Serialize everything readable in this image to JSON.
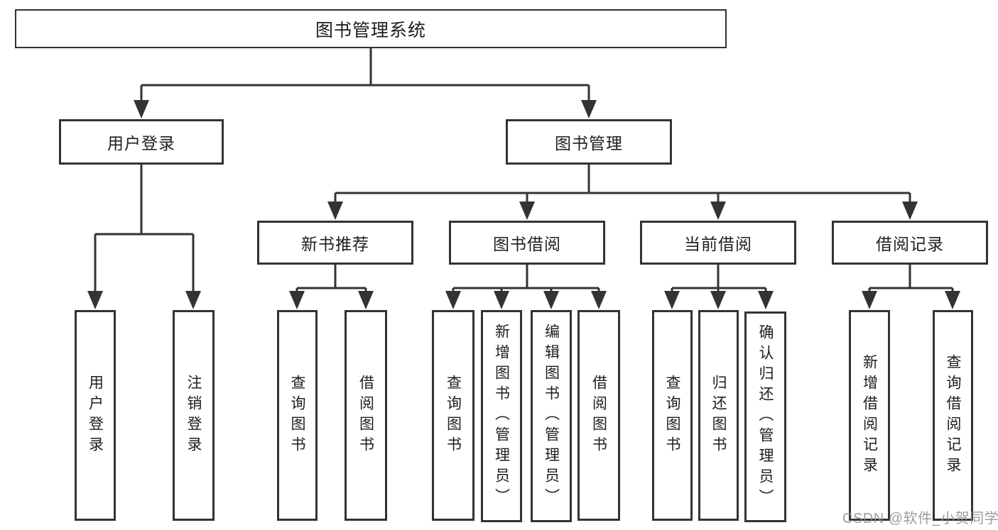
{
  "diagram": {
    "root": {
      "label": "图书管理系统"
    },
    "branches": [
      {
        "label": "用户登录",
        "leaves": [
          {
            "label": "用户登录"
          },
          {
            "label": "注销登录"
          }
        ]
      },
      {
        "label": "图书管理",
        "groups": [
          {
            "label": "新书推荐",
            "leaves": [
              {
                "label": "查询图书"
              },
              {
                "label": "借阅图书"
              }
            ]
          },
          {
            "label": "图书借阅",
            "leaves": [
              {
                "label": "查询图书"
              },
              {
                "label": "新增图书（管理员）"
              },
              {
                "label": "编辑图书（管理员）"
              },
              {
                "label": "借阅图书"
              }
            ]
          },
          {
            "label": "当前借阅",
            "leaves": [
              {
                "label": "查询图书"
              },
              {
                "label": "归还图书"
              },
              {
                "label": "确认归还（管理员）"
              }
            ]
          },
          {
            "label": "借阅记录",
            "leaves": [
              {
                "label": "新增借阅记录"
              },
              {
                "label": "查询借阅记录"
              }
            ]
          }
        ]
      }
    ]
  },
  "watermark": {
    "text": "CSDN @软件_小贺同学"
  },
  "colors": {
    "line": "#333333",
    "box_border": "#333333",
    "text": "#1e1e1e",
    "background": "#ffffff",
    "watermark": "#8c8c8c"
  }
}
